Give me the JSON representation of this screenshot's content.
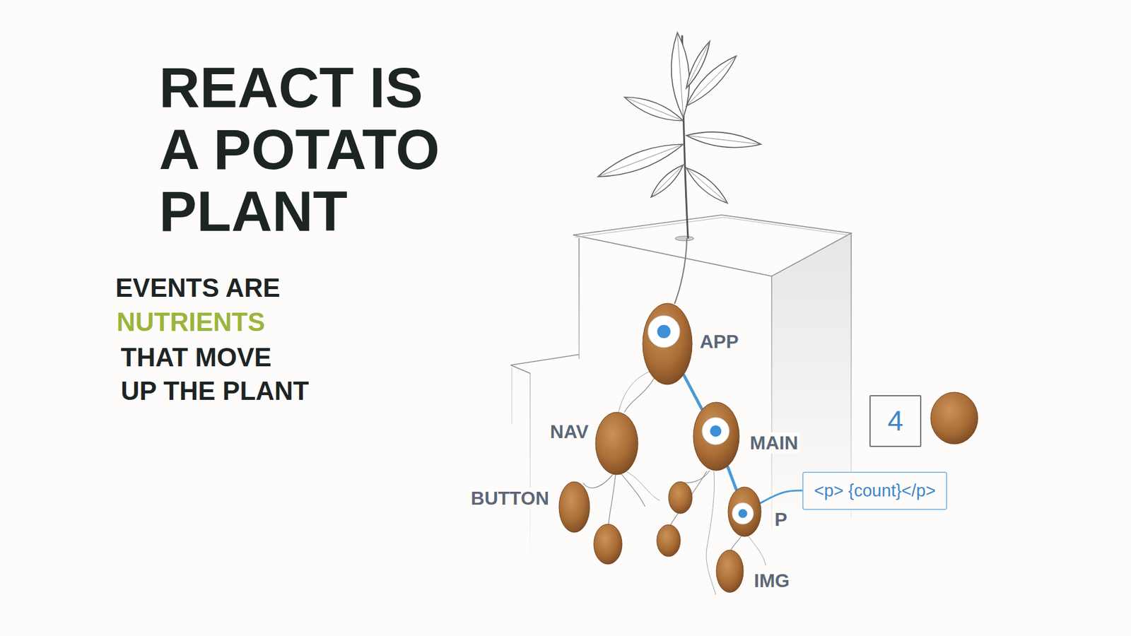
{
  "diagram": {
    "title": "REACT IS A POTATO PLANT",
    "nodes": [
      {
        "text": [
          "APP"
        ]
      },
      {
        "text": [
          "4"
        ]
      },
      {
        "text": [
          "NAV"
        ]
      },
      {
        "text": [
          "MAIN"
        ]
      },
      {
        "text": [
          "<p> {count}</p>"
        ]
      },
      {
        "text": [
          "BUTTON"
        ]
      },
      {
        "text": [
          "P"
        ]
      },
      {
        "text": [
          "IMG"
        ]
      }
    ],
    "edges": [
      {
        "from": 0,
        "to": 3,
        "arrow": "none"
      },
      {
        "from": 3,
        "to": 6,
        "arrow": "none"
      },
      {
        "from": 6,
        "to": 4,
        "arrow": "none"
      }
    ],
    "labels": [
      "EVENTS ARE",
      "NUTRIENTS",
      "THAT MOVE UP THE PLANT"
    ]
  }
}
